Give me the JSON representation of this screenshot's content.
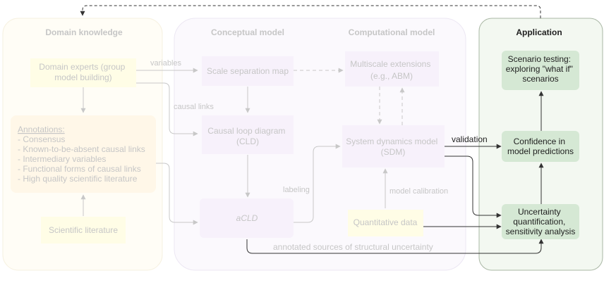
{
  "colors": {
    "faded_text": "#c6c6c6",
    "faded_edge": "#c8c8c8",
    "domain_panel_fill": "#fffdf6",
    "domain_panel_stroke": "#f6f1e0",
    "model_panel_fill": "#fbf9fd",
    "model_panel_stroke": "#ece7f3",
    "application_panel_fill": "#f3f8f1",
    "application_panel_stroke": "#a9b7a4",
    "yellow_node_fill": "#fffde6",
    "orange_node_fill": "#fff7e8",
    "purple_node_fill": "#f7f1fb",
    "green_node_fill": "#d5e8d4",
    "dark_text": "#1f1f1f",
    "dark_edge": "#333333"
  },
  "panels": {
    "domain_knowledge": "Domain knowledge",
    "conceptual_model": "Conceptual model",
    "computational_model": "Computational model",
    "application": "Application"
  },
  "nodes": {
    "domain_experts": [
      "Domain experts (group",
      "model building)"
    ],
    "annotations_title": "Annotations:",
    "annotations_items": [
      "- Consensus",
      "- Known-to-be-absent causal links",
      "- Intermediary variables",
      "- Functional forms of causal links",
      "- High quality scientific literature"
    ],
    "scientific_literature": "Scientific literature",
    "scale_separation_map": "Scale separation map",
    "causal_loop_diagram": [
      "Causal loop diagram",
      "(CLD)"
    ],
    "acld": "aCLD",
    "multiscale_extensions": [
      "Multiscale extensions",
      "(e.g., ABM)"
    ],
    "system_dynamics_model": [
      "System dynamics model",
      "(SDM)"
    ],
    "quantitative_data": "Quantitative data",
    "scenario_testing": [
      "Scenario testing:",
      "exploring \"what if\"",
      "scenarios"
    ],
    "confidence": [
      "Confidence in",
      "model predictions"
    ],
    "uncertainty": [
      "Uncertainty",
      "quantification,",
      "sensitivity analysis"
    ]
  },
  "edge_labels": {
    "variables": "variables",
    "causal_links": "causal links",
    "labeling": "labeling",
    "model_calibration": "model calibration",
    "validation": "validation",
    "annotated_sources": "annotated sources of structural uncertainty"
  }
}
